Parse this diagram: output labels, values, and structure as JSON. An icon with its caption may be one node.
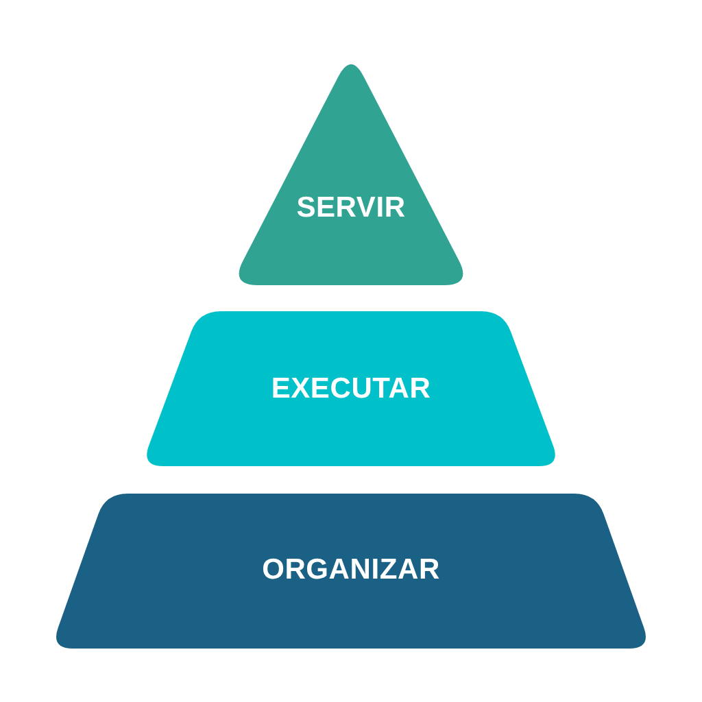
{
  "diagram": {
    "nodes": [
      {
        "text": [
          "SERVIR"
        ]
      },
      {
        "text": [
          "EXECUTAR"
        ]
      },
      {
        "text": [
          "ORGANIZAR"
        ]
      }
    ]
  }
}
